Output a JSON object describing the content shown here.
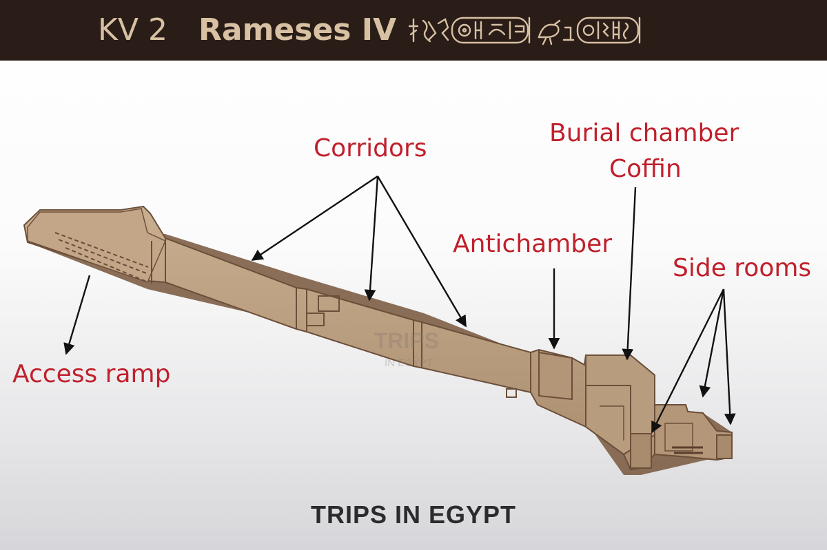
{
  "header": {
    "tomb_id": "KV 2",
    "pharaoh": "Rameses IV"
  },
  "labels": {
    "corridors": "Corridors",
    "burial_chamber": "Burial chamber",
    "coffin": "Coffin",
    "antichamber": "Antichamber",
    "side_rooms": "Side rooms",
    "access_ramp": "Access ramp"
  },
  "footer": {
    "brand": "TRIPS IN EGYPT"
  },
  "watermark": {
    "line1": "TRIPS",
    "line2": "IN EGYPT"
  },
  "colors": {
    "header_bg": "#2a1d18",
    "header_text": "#d8c0a3",
    "label_red": "#c0202c",
    "tomb_fill": "#b59a7c",
    "tomb_shadow": "#7d5e45"
  }
}
